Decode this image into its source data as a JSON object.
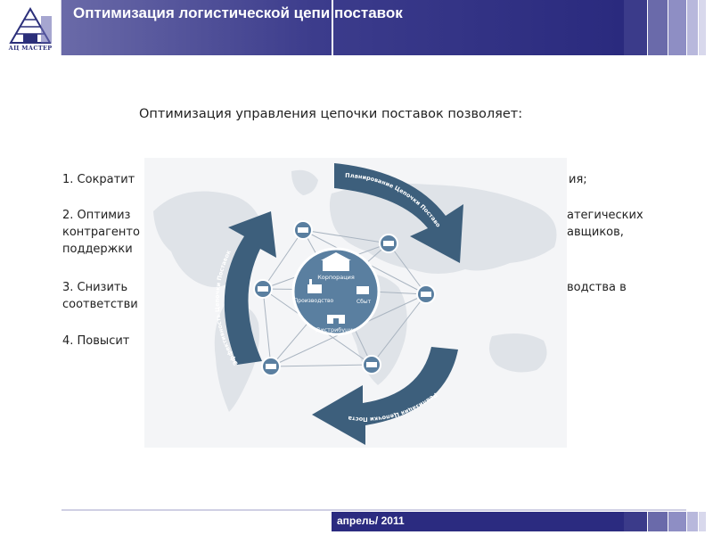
{
  "header": {
    "title": "Оптимизация логистической цепи поставок",
    "logo_caption": "АЦ МАСТЕР",
    "colors": {
      "dark": "#2a2a7e",
      "mid": "#5a5aa0",
      "light": "#9e9ece"
    }
  },
  "subtitle": "Оптимизация управления цепочки поставок позволяет:",
  "items": [
    {
      "left": [
        "1. Сократит"
      ],
      "right": [
        "ия;"
      ]
    },
    {
      "left": [
        "2. Оптимиз",
        "контрагенто",
        "поддержки"
      ],
      "right": [
        "атегических",
        "авщиков,"
      ]
    },
    {
      "left": [
        "3. Снизить",
        "соответстви"
      ],
      "right": [
        "водства в"
      ]
    },
    {
      "left": [
        "4. Повысит"
      ],
      "right": []
    }
  ],
  "diagram": {
    "arrows": {
      "planning": "Планирование Цепочки Поставок",
      "realization": "Реализация Цепочки Поставок",
      "efficiency": "Эффективность Цепочки Поставок"
    },
    "hub": {
      "corporation": "Корпорация",
      "production": "Производство",
      "sales": "Сбыт",
      "distribution": "Дистрибуция"
    },
    "colors": {
      "arrow": "#3d5f7c",
      "hub": "#5a7fa0",
      "map": "#dfe3e8",
      "lines": "#a9b4c0"
    }
  },
  "footer": {
    "date": "апрель/ 2011"
  }
}
